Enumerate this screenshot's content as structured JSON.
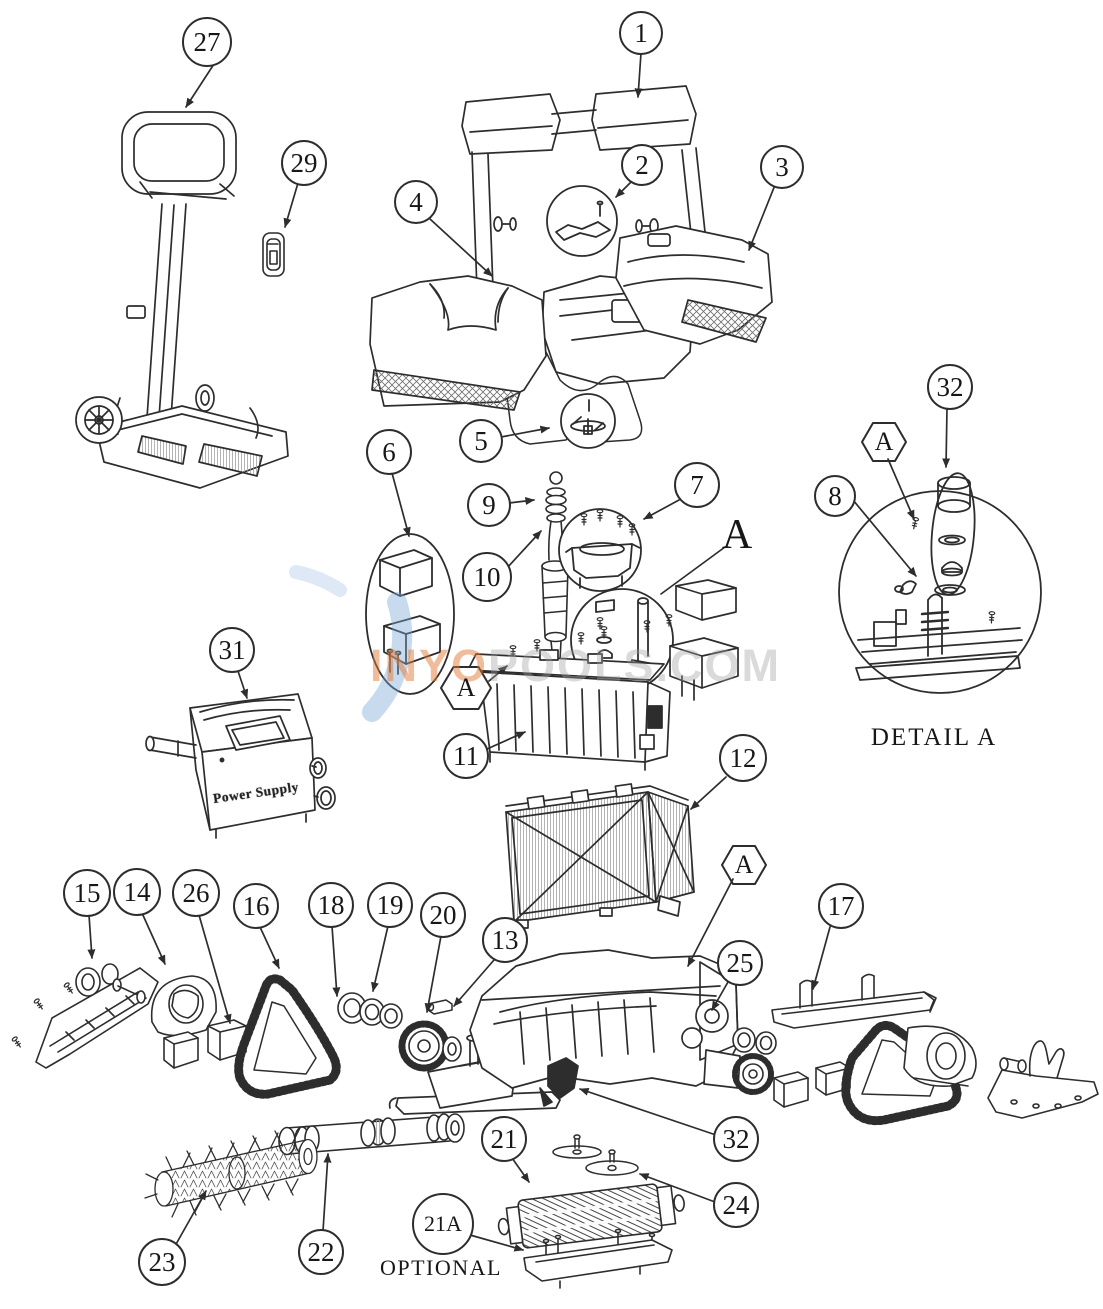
{
  "watermark": {
    "brand_accent": "INYO",
    "brand_rest": "POOLS.COM"
  },
  "labels": {
    "detail_view": "DETAIL A",
    "optional": "OPTIONAL",
    "power_supply": "Power Supply",
    "section_marker": "A"
  },
  "callouts": {
    "1": "1",
    "2": "2",
    "3": "3",
    "4": "4",
    "5": "5",
    "6": "6",
    "7": "7",
    "8": "8",
    "9": "9",
    "10": "10",
    "11": "11",
    "12": "12",
    "13": "13",
    "14": "14",
    "15": "15",
    "16": "16",
    "17": "17",
    "18": "18",
    "19": "19",
    "20": "20",
    "21": "21",
    "21A": "21A",
    "22": "22",
    "23": "23",
    "24": "24",
    "25": "25",
    "26": "26",
    "27": "27",
    "29": "29",
    "31": "31",
    "32": "32"
  }
}
